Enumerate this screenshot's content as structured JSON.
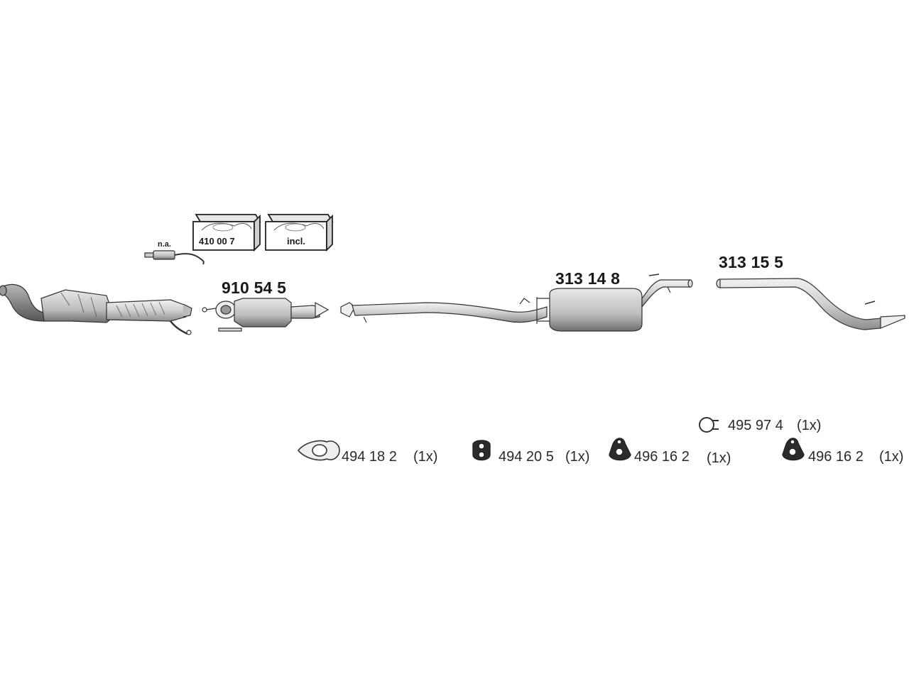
{
  "diagram": {
    "parts": [
      {
        "number": "910 54 5"
      },
      {
        "number": "313 14 8"
      },
      {
        "number": "313 15 5"
      }
    ],
    "sensor_note": "n.a.",
    "kits": [
      {
        "label": "410 00 7"
      },
      {
        "label": "incl."
      }
    ],
    "accessories": [
      {
        "number": "495 97 4",
        "qty": "(1x)",
        "icon": "pipe-clamp-icon"
      },
      {
        "number": "494 18 2",
        "qty": "(1x)",
        "icon": "flange-gasket-icon"
      },
      {
        "number": "494 20 5",
        "qty": "(1x)",
        "icon": "rubber-hanger-icon"
      },
      {
        "number": "496 16 2",
        "qty": "(1x)",
        "icon": "rubber-mount-icon"
      },
      {
        "number": "496 16 2",
        "qty": "(1x)",
        "icon": "rubber-mount-icon"
      }
    ],
    "colors": {
      "line": "#333333",
      "fill_light": "#d9d9d9",
      "fill_mid": "#a8a8a8",
      "fill_dark": "#6e6e6e"
    }
  }
}
